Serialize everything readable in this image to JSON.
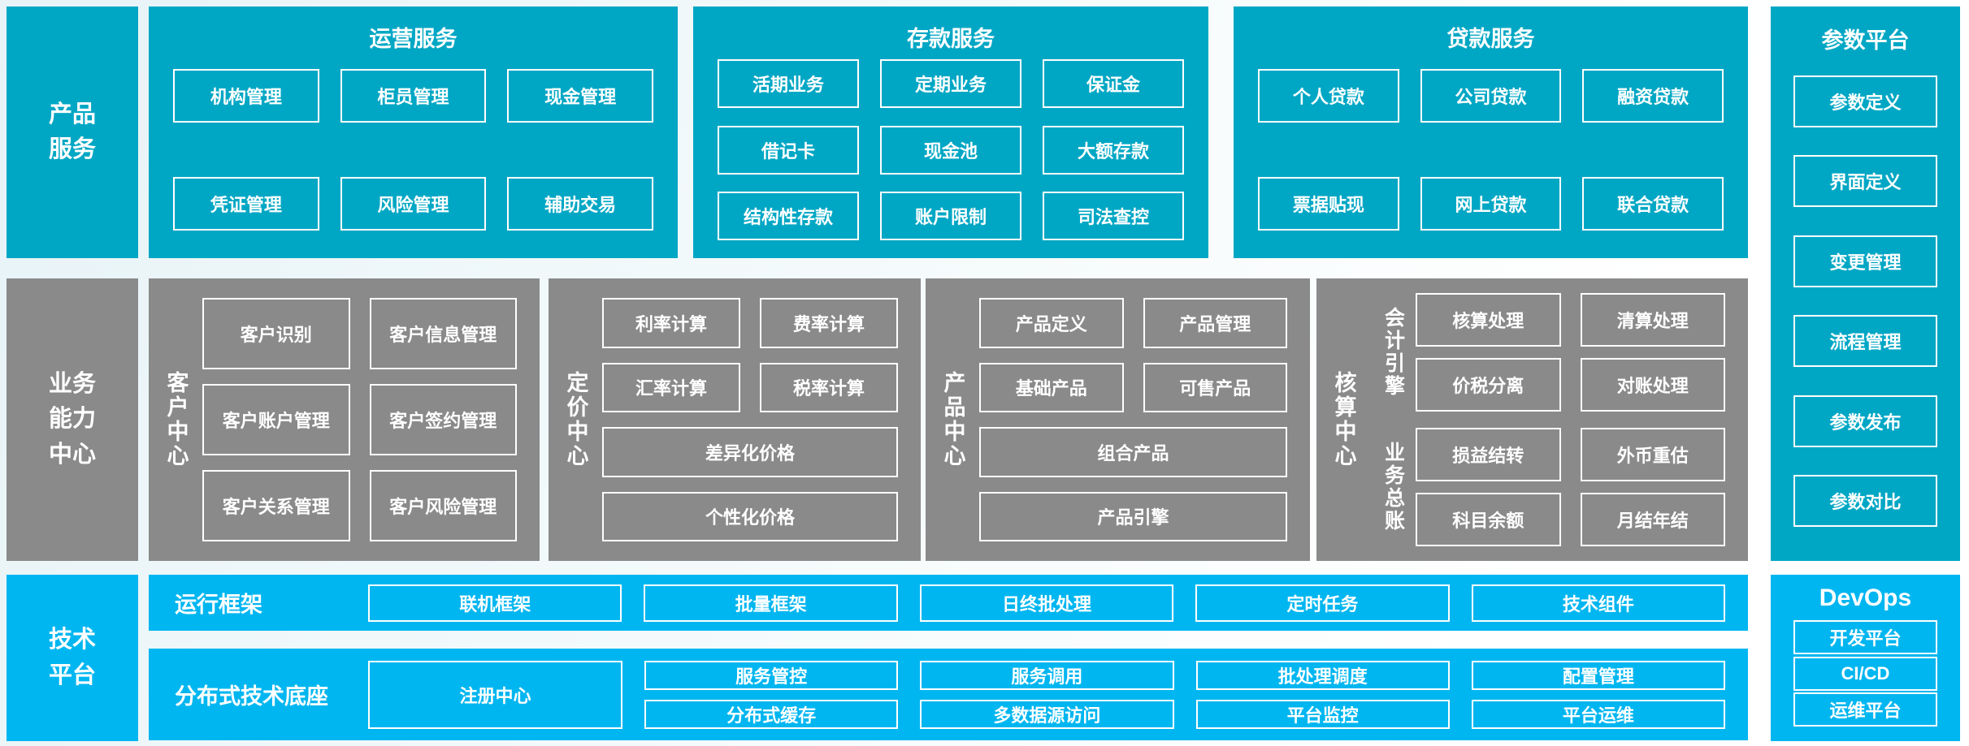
{
  "colors": {
    "teal": "#00a7c4",
    "gray": "#8a8a8a",
    "blue": "#00b6f0",
    "box_border": "#ffffff",
    "text": "#ffffff"
  },
  "left_rail": {
    "product_services": "产品服务",
    "business_capability": "业务能力中心",
    "tech_platform": "技术平台"
  },
  "product_row": {
    "sections": [
      {
        "title": "运营服务",
        "rows": [
          [
            "机构管理",
            "柜员管理",
            "现金管理"
          ],
          [
            "凭证管理",
            "风险管理",
            "辅助交易"
          ]
        ]
      },
      {
        "title": "存款服务",
        "rows": [
          [
            "活期业务",
            "定期业务",
            "保证金"
          ],
          [
            "借记卡",
            "现金池",
            "大额存款"
          ],
          [
            "结构性存款",
            "账户限制",
            "司法查控"
          ]
        ]
      },
      {
        "title": "贷款服务",
        "rows": [
          [
            "个人贷款",
            "公司贷款",
            "融资贷款"
          ],
          [
            "票据贴现",
            "网上贷款",
            "联合贷款"
          ]
        ]
      }
    ]
  },
  "param_platform": {
    "title": "参数平台",
    "items": [
      "参数定义",
      "界面定义",
      "变更管理",
      "流程管理",
      "参数发布",
      "参数对比"
    ]
  },
  "capability_row": {
    "customer_center": {
      "label": "客户中心",
      "rows": [
        [
          "客户识别",
          "客户信息管理"
        ],
        [
          "客户账户管理",
          "客户签约管理"
        ],
        [
          "客户关系管理",
          "客户风险管理"
        ]
      ]
    },
    "pricing_center": {
      "label": "定价中心",
      "rows": [
        [
          "利率计算",
          "费率计算"
        ],
        [
          "汇率计算",
          "税率计算"
        ]
      ],
      "wide": [
        "差异化价格",
        "个性化价格"
      ]
    },
    "product_center": {
      "label": "产品中心",
      "rows": [
        [
          "产品定义",
          "产品管理"
        ],
        [
          "基础产品",
          "可售产品"
        ]
      ],
      "wide": [
        "组合产品",
        "产品引擎"
      ]
    },
    "accounting_center": {
      "label": "核算中心",
      "groups": [
        {
          "label": "会计引擎",
          "rows": [
            [
              "核算处理",
              "清算处理"
            ],
            [
              "价税分离",
              "对账处理"
            ]
          ]
        },
        {
          "label": "业务总账",
          "rows": [
            [
              "损益结转",
              "外币重估"
            ],
            [
              "科目余额",
              "月结年结"
            ]
          ]
        }
      ]
    }
  },
  "tech_rows": {
    "runtime": {
      "label": "运行框架",
      "items": [
        "联机框架",
        "批量框架",
        "日终批处理",
        "定时任务",
        "技术组件"
      ]
    },
    "distributed": {
      "label": "分布式技术底座",
      "registry": "注册中心",
      "columns": [
        [
          "服务管控",
          "分布式缓存"
        ],
        [
          "服务调用",
          "多数据源访问"
        ],
        [
          "批处理调度",
          "平台监控"
        ],
        [
          "配置管理",
          "平台运维"
        ]
      ]
    }
  },
  "devops": {
    "title": "DevOps",
    "items": [
      "开发平台",
      "CI/CD",
      "运维平台"
    ]
  }
}
